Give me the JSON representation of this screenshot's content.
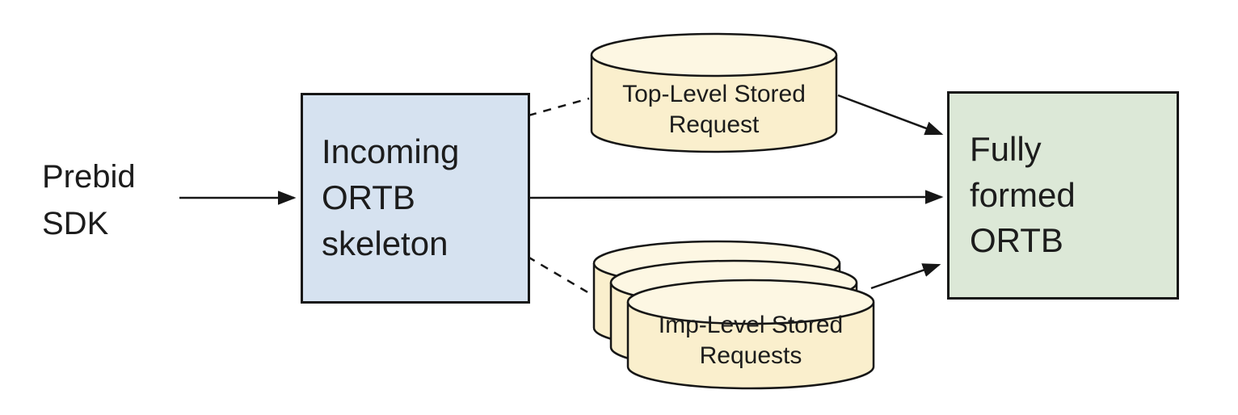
{
  "nodes": {
    "prebid_sdk": {
      "label": "Prebid\nSDK",
      "shape": "text"
    },
    "incoming_ortb": {
      "label": "Incoming\nORTB\nskeleton",
      "shape": "rect",
      "fill": "#d6e2f0"
    },
    "top_level_stored_request": {
      "label": "Top-Level Stored\nRequest",
      "shape": "cylinder",
      "fill": "#faefcd"
    },
    "imp_level_stored_requests": {
      "label": "Imp-Level Stored\nRequests",
      "shape": "cylinder-stack-x3",
      "fill": "#faefcd"
    },
    "fully_formed_ortb": {
      "label": "Fully\nformed\nORTB",
      "shape": "rect",
      "fill": "#dce8d7"
    }
  },
  "edges": [
    {
      "from": "prebid_sdk",
      "to": "incoming_ortb",
      "style": "solid",
      "arrowhead": true
    },
    {
      "from": "incoming_ortb",
      "to": "top_level_stored_request",
      "style": "dashed",
      "arrowhead": false
    },
    {
      "from": "incoming_ortb",
      "to": "fully_formed_ortb",
      "style": "solid",
      "arrowhead": true
    },
    {
      "from": "incoming_ortb",
      "to": "imp_level_stored_requests",
      "style": "dashed",
      "arrowhead": false
    },
    {
      "from": "top_level_stored_request",
      "to": "fully_formed_ortb",
      "style": "solid",
      "arrowhead": true
    },
    {
      "from": "imp_level_stored_requests",
      "to": "fully_formed_ortb",
      "style": "solid",
      "arrowhead": true
    }
  ],
  "colors": {
    "background": "#ffffff",
    "box_blue_fill": "#d6e2f0",
    "box_green_fill": "#dce8d7",
    "cylinder_body_fill": "#faefcd",
    "cylinder_top_fill": "#fdf7e3",
    "stroke": "#161616",
    "text": "#1c1c1c"
  }
}
